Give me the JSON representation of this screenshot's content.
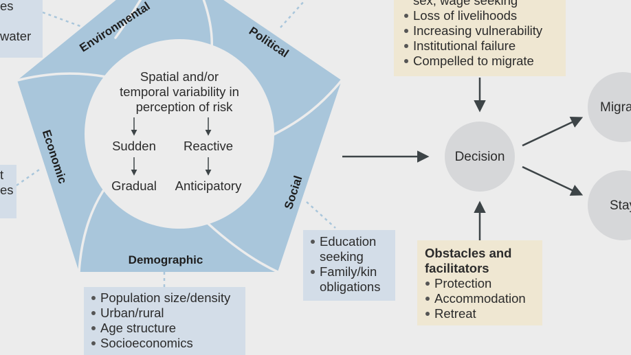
{
  "left_top_box": {
    "fragments": [
      "es",
      "water"
    ]
  },
  "left_mid_box": {
    "fragments": [
      "t",
      "es"
    ]
  },
  "pentagon": {
    "faces": {
      "environmental": "Environmental",
      "political": "Political",
      "economic": "Economic",
      "social": "Social",
      "demographic": "Demographic"
    },
    "center_title": [
      "Spatial and/or",
      "temporal variability in",
      "perception of risk"
    ],
    "left_column": [
      "Sudden",
      "Gradual"
    ],
    "right_column": [
      "Reactive",
      "Anticipatory"
    ]
  },
  "top_box": {
    "items": [
      "sex, wage seeking",
      "Loss of livelihoods",
      "Increasing vulnerability",
      "Institutional failure",
      "Compelled to migrate"
    ]
  },
  "social_box": {
    "items": [
      [
        "Education",
        "seeking"
      ],
      [
        "Family/kin",
        "obligations"
      ]
    ]
  },
  "demographic_box": {
    "items": [
      "Population size/density",
      "Urban/rural",
      "Age structure",
      "Socioeconomics"
    ]
  },
  "obstacles_box": {
    "heading": "Obstacles and facilitators",
    "items": [
      "Protection",
      "Accommodation",
      "Retreat"
    ]
  },
  "nodes": {
    "decision": "Decision",
    "migrate": "Migra",
    "stay": "Stay"
  },
  "colors": {
    "background": "#ececec",
    "pentagon_fill": "#a9c6db",
    "circle_fill": "#ececec",
    "blue_box": "#d3dde8",
    "tan_box": "#efe7d2",
    "node_fill": "#d6d7d9",
    "arrow": "#3d4447"
  }
}
